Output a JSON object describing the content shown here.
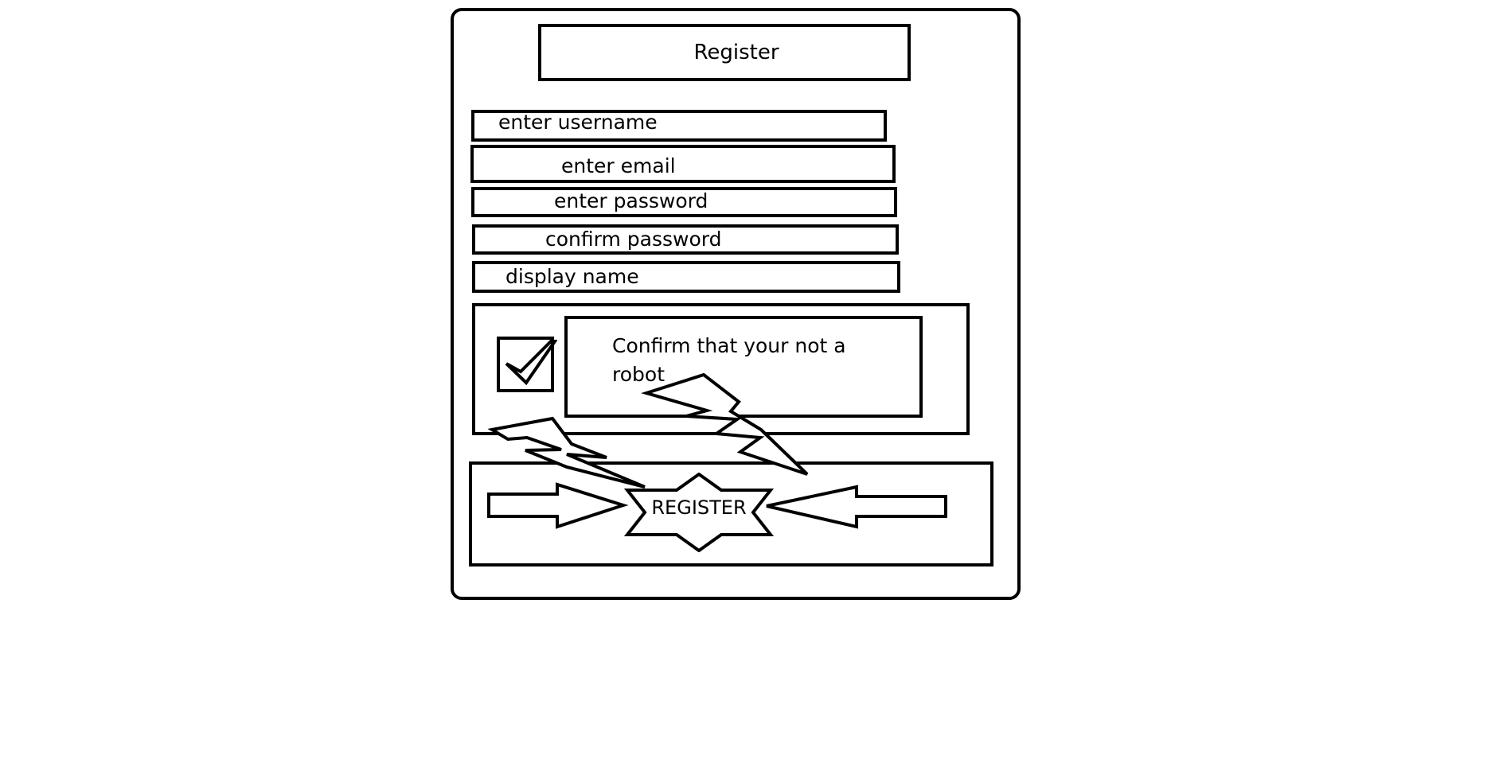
{
  "form": {
    "title": "Register",
    "fields": {
      "username_placeholder": "enter username",
      "email_placeholder": "enter email",
      "password_placeholder": "enter password",
      "confirm_password_placeholder": "confirm password",
      "display_name_placeholder": "display name"
    },
    "captcha": {
      "label": "Confirm that your not a robot",
      "checked": true
    },
    "submit_label": "REGISTER"
  }
}
